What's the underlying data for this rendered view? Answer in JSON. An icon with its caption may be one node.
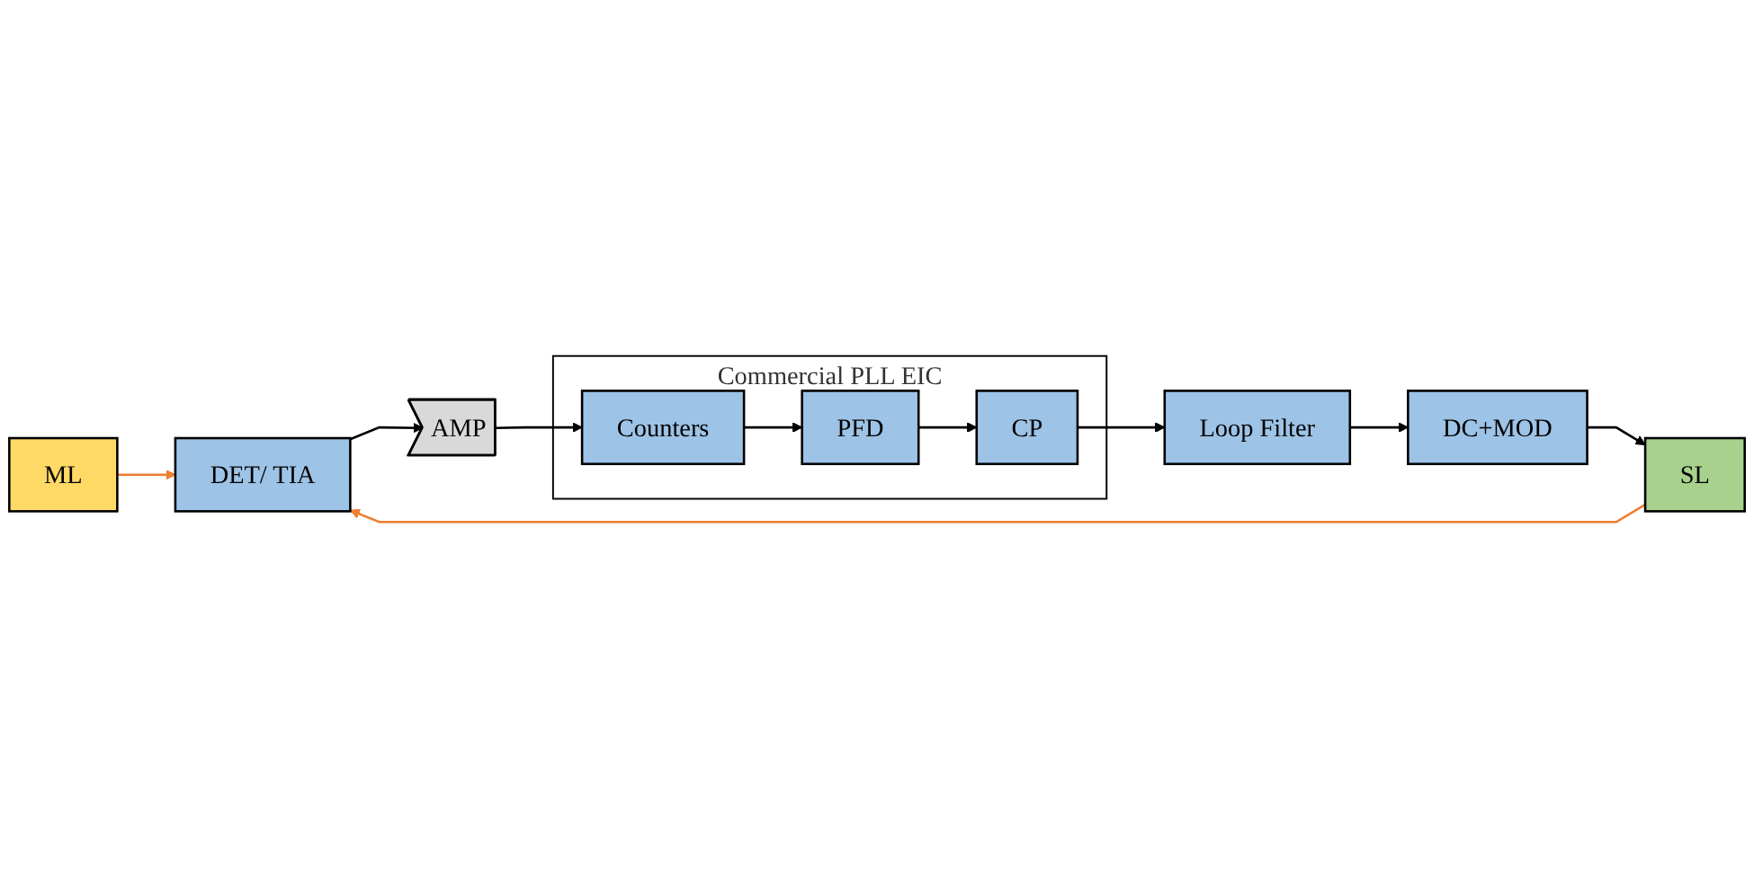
{
  "diagram": {
    "nodes": [
      {
        "text": [
          "ML"
        ]
      },
      {
        "text": [
          "SL"
        ]
      },
      {
        "text": [
          "DET/ TIA"
        ]
      },
      {
        "text": [
          "AMP"
        ]
      },
      {
        "text": [
          "Commercial PLL EIC"
        ]
      },
      {
        "text": [
          "Counters"
        ],
        "in": 4
      },
      {
        "text": [
          "PFD"
        ],
        "in": 4
      },
      {
        "text": [
          "CP"
        ],
        "in": 4
      },
      {
        "text": [
          "Loop Filter"
        ]
      },
      {
        "text": [
          "DC+MOD"
        ]
      }
    ],
    "edges": [
      {
        "from": 0,
        "to": 2,
        "arrow": "to",
        "color": "#ed7d31"
      },
      {
        "from": 1,
        "to": 2,
        "arrow": "to",
        "color": "#ed7d31"
      },
      {
        "from": 2,
        "to": 3,
        "arrow": "to"
      },
      {
        "from": 3,
        "to": 5,
        "arrow": "to"
      },
      {
        "from": 5,
        "to": 6,
        "arrow": "to"
      },
      {
        "from": 6,
        "to": 7,
        "arrow": "to"
      },
      {
        "from": 7,
        "to": 8,
        "arrow": "to"
      },
      {
        "from": 8,
        "to": 9,
        "arrow": "to"
      },
      {
        "from": 9,
        "to": 1,
        "arrow": "to"
      }
    ]
  }
}
